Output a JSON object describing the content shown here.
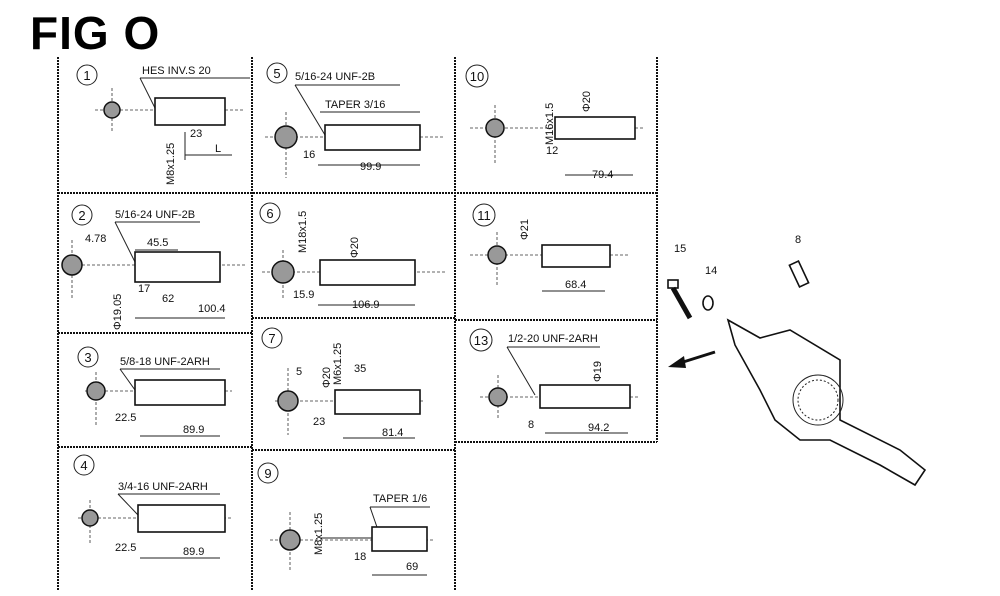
{
  "title": "FIG O",
  "panels": {
    "p1": {
      "number": "1",
      "thread": "HES INV.S 20",
      "dims": [
        "23",
        "L"
      ],
      "vertical": "M8x1.25"
    },
    "p2": {
      "number": "2",
      "thread": "5/16-24 UNF-2B",
      "dims": [
        "4.78",
        "45.5",
        "17",
        "62",
        "100.4"
      ],
      "vertical": "Φ19.05"
    },
    "p3": {
      "number": "3",
      "thread": "5/8-18 UNF-2ARH",
      "dims": [
        "22.5",
        "89.9"
      ]
    },
    "p4": {
      "number": "4",
      "thread": "3/4-16 UNF-2ARH",
      "dims": [
        "22.5",
        "89.9"
      ]
    },
    "p5": {
      "number": "5",
      "thread": "5/16-24 UNF-2B",
      "taper": "TAPER 3/16",
      "dims": [
        "16",
        "99.9"
      ]
    },
    "p6": {
      "number": "6",
      "vertical": "M18x1.5",
      "diameter": "Φ20",
      "dims": [
        "15.9",
        "106.9"
      ]
    },
    "p7": {
      "number": "7",
      "diameter": "Φ20",
      "vertical": "M6x1.25",
      "dims": [
        "5",
        "35",
        "23",
        "81.4"
      ]
    },
    "p9": {
      "number": "9",
      "vertical": "M8x1.25",
      "taper": "TAPER 1/6",
      "dims": [
        "18",
        "69"
      ]
    },
    "p10": {
      "number": "10",
      "vertical": "M16x1.5",
      "diameter": "Φ20",
      "dims": [
        "12",
        "79.4"
      ]
    },
    "p11": {
      "number": "11",
      "diameter": "Φ21",
      "dims": [
        "68.4"
      ]
    },
    "p13": {
      "number": "13",
      "thread": "1/2-20 UNF-2ARH",
      "diameter": "Φ19",
      "dims": [
        "8",
        "94.2"
      ]
    }
  },
  "crankshaft": {
    "callouts": [
      "15",
      "14",
      "8"
    ]
  }
}
